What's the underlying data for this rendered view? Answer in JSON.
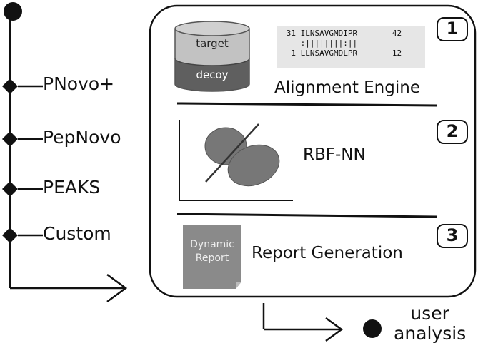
{
  "tools": [
    {
      "label": "PNovo+"
    },
    {
      "label": "PepNovo"
    },
    {
      "label": "PEAKS"
    },
    {
      "label": "Custom"
    }
  ],
  "stages": [
    {
      "number": "1",
      "title": "Alignment Engine"
    },
    {
      "number": "2",
      "title": "RBF-NN"
    },
    {
      "number": "3",
      "title": "Report Generation"
    }
  ],
  "database": {
    "top": "target",
    "bottom": "decoy"
  },
  "alignment": {
    "query_start": "31",
    "query_seq": "ILNSAVGMDIPR",
    "query_end": "42",
    "match_line": ":||||||||:||",
    "subject_start": "1",
    "subject_seq": "LLNSAVGMDLPR",
    "subject_end": "12"
  },
  "report": {
    "line1": "Dynamic",
    "line2": "Report"
  },
  "output": {
    "line1": "user",
    "line2": "analysis"
  },
  "colors": {
    "ink": "#111111",
    "target": "#c2c2c2",
    "decoy": "#5f5f5f",
    "ellipse": "#777777",
    "report": "#8a8a8a"
  }
}
